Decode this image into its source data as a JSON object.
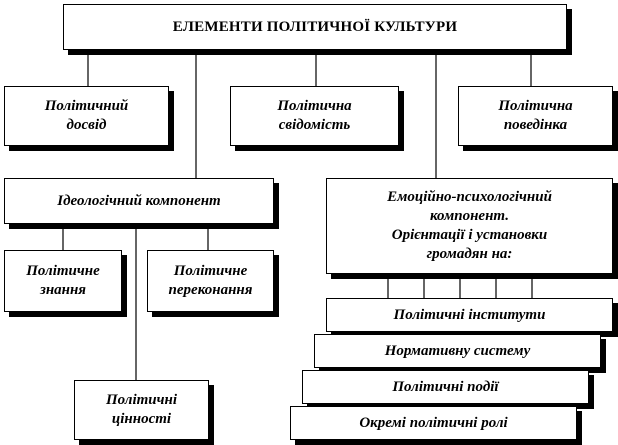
{
  "title": "ЕЛЕМЕНТИ ПОЛІТИЧНОЇ КУЛЬТУРИ",
  "elements": {
    "experience": "Політичний\nдосвід",
    "consciousness": "Політична\nсвідомість",
    "behavior": "Політична\nповедінка"
  },
  "ideological": {
    "label": "Ідеологічний компонент",
    "knowledge": "Політичне\nзнання",
    "convictions": "Політичне\nпереконання",
    "values": "Політичні\nцінності"
  },
  "emotional": {
    "label": "Емоційно-психологічний\nкомпонент.\nОрієнтації і установки\nгромадян на:",
    "targets": [
      "Політичні інститути",
      "Нормативну систему",
      "Політичні події",
      "Окремі політичні ролі"
    ]
  }
}
